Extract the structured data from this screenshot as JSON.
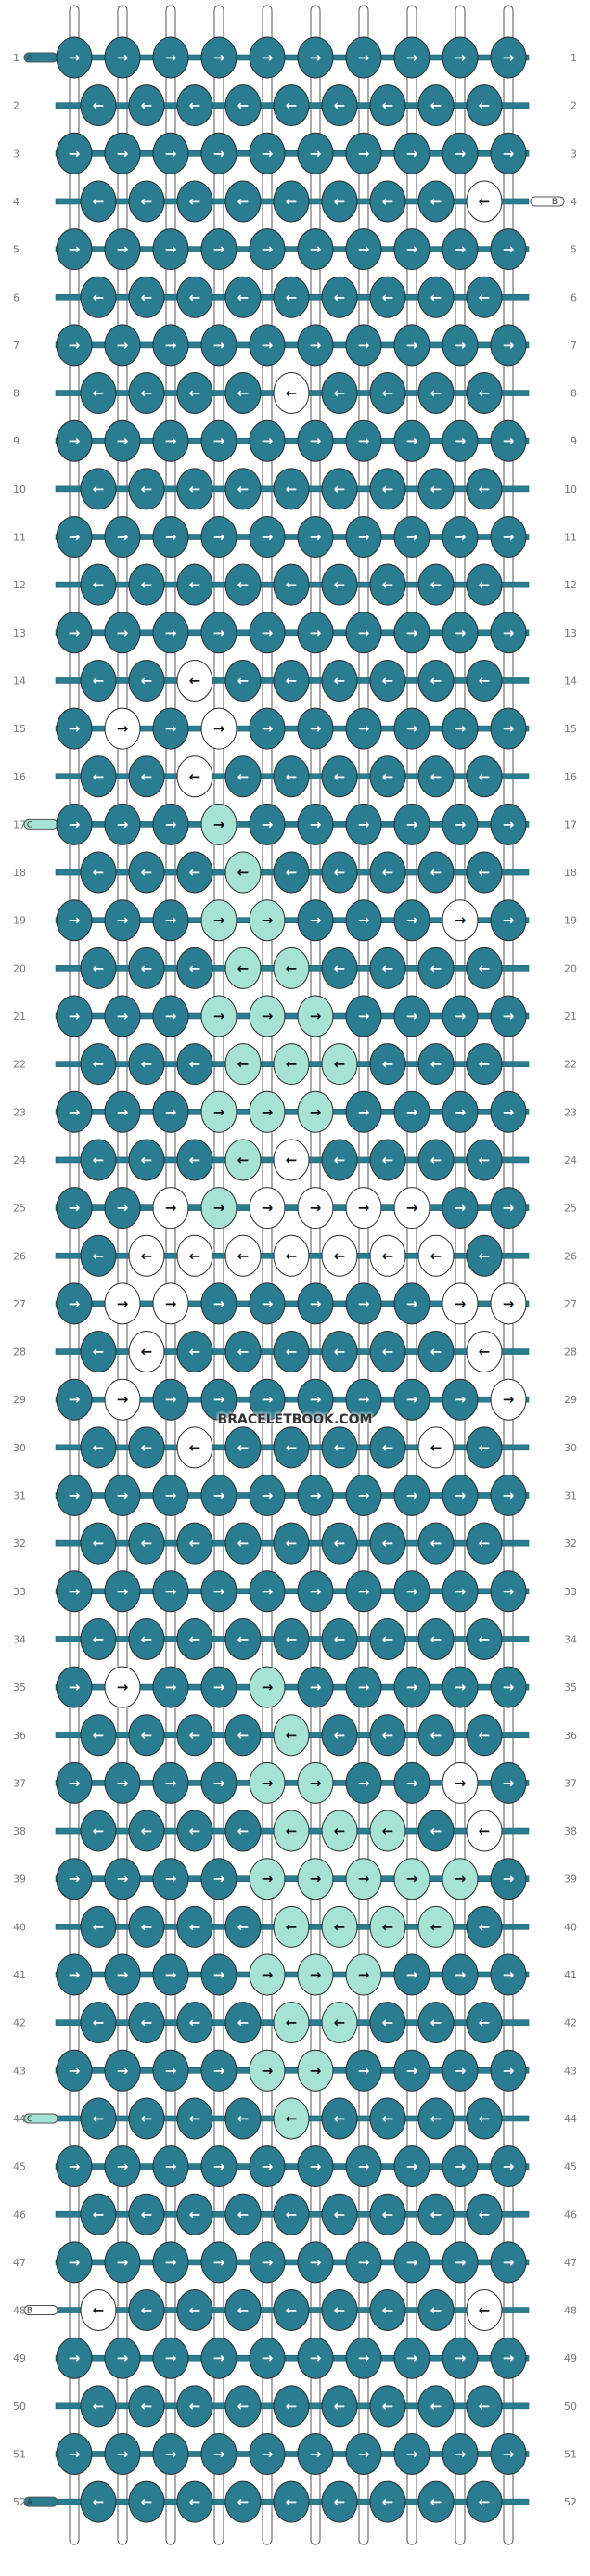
{
  "site": {
    "watermark": "BRACELETBOOK.COM"
  },
  "colors": {
    "A": "#2a7d91",
    "B": "#ffffff",
    "C": "#a6e3d4"
  },
  "arrow_glyphs": {
    "L": "←",
    "R": "→"
  },
  "strand_labels": [
    {
      "row": 1,
      "side": "left",
      "letter": "A"
    },
    {
      "row": 4,
      "side": "right",
      "letter": "B"
    },
    {
      "row": 17,
      "side": "left",
      "letter": "C"
    },
    {
      "row": 44,
      "side": "left",
      "letter": "C"
    },
    {
      "row": 48,
      "side": "left",
      "letter": "B"
    },
    {
      "row": 52,
      "side": "left",
      "letter": "A"
    }
  ],
  "rows": [
    {
      "n": "1",
      "k": [
        "A",
        "A",
        "A",
        "A",
        "A",
        "A",
        "A",
        "A",
        "A",
        "A"
      ],
      "d": [
        "R",
        "R",
        "R",
        "R",
        "R",
        "R",
        "R",
        "R",
        "R",
        "R"
      ]
    },
    {
      "n": "2",
      "k": [
        "A",
        "A",
        "A",
        "A",
        "A",
        "A",
        "A",
        "A",
        "A"
      ],
      "d": [
        "L",
        "L",
        "L",
        "L",
        "L",
        "L",
        "L",
        "L",
        "L"
      ]
    },
    {
      "n": "3",
      "k": [
        "A",
        "A",
        "A",
        "A",
        "A",
        "A",
        "A",
        "A",
        "A",
        "A"
      ],
      "d": [
        "R",
        "R",
        "R",
        "R",
        "R",
        "R",
        "R",
        "R",
        "R",
        "R"
      ]
    },
    {
      "n": "4",
      "k": [
        "A",
        "A",
        "A",
        "A",
        "A",
        "A",
        "A",
        "A",
        "B"
      ],
      "d": [
        "L",
        "L",
        "L",
        "L",
        "L",
        "L",
        "L",
        "L",
        "L"
      ]
    },
    {
      "n": "5",
      "k": [
        "A",
        "A",
        "A",
        "A",
        "A",
        "A",
        "A",
        "A",
        "A",
        "A"
      ],
      "d": [
        "R",
        "R",
        "R",
        "R",
        "R",
        "R",
        "R",
        "R",
        "R",
        "R"
      ]
    },
    {
      "n": "6",
      "k": [
        "A",
        "A",
        "A",
        "A",
        "A",
        "A",
        "A",
        "A",
        "A"
      ],
      "d": [
        "L",
        "L",
        "L",
        "L",
        "L",
        "L",
        "L",
        "L",
        "L"
      ]
    },
    {
      "n": "7",
      "k": [
        "A",
        "A",
        "A",
        "A",
        "A",
        "A",
        "A",
        "A",
        "A",
        "A"
      ],
      "d": [
        "R",
        "R",
        "R",
        "R",
        "R",
        "R",
        "R",
        "R",
        "R",
        "R"
      ]
    },
    {
      "n": "8",
      "k": [
        "A",
        "A",
        "A",
        "A",
        "B",
        "A",
        "A",
        "A",
        "A"
      ],
      "d": [
        "L",
        "L",
        "L",
        "L",
        "L",
        "L",
        "L",
        "L",
        "L"
      ]
    },
    {
      "n": "9",
      "k": [
        "A",
        "A",
        "A",
        "A",
        "A",
        "A",
        "A",
        "A",
        "A",
        "A"
      ],
      "d": [
        "R",
        "R",
        "R",
        "R",
        "R",
        "R",
        "R",
        "R",
        "R",
        "R"
      ]
    },
    {
      "n": "10",
      "k": [
        "A",
        "A",
        "A",
        "A",
        "A",
        "A",
        "A",
        "A",
        "A"
      ],
      "d": [
        "L",
        "L",
        "L",
        "L",
        "L",
        "L",
        "L",
        "L",
        "L"
      ]
    },
    {
      "n": "11",
      "k": [
        "A",
        "A",
        "A",
        "A",
        "A",
        "A",
        "A",
        "A",
        "A",
        "A"
      ],
      "d": [
        "R",
        "R",
        "R",
        "R",
        "R",
        "R",
        "R",
        "R",
        "R",
        "R"
      ]
    },
    {
      "n": "12",
      "k": [
        "A",
        "A",
        "A",
        "A",
        "A",
        "A",
        "A",
        "A",
        "A"
      ],
      "d": [
        "L",
        "L",
        "L",
        "L",
        "L",
        "L",
        "L",
        "L",
        "L"
      ]
    },
    {
      "n": "13",
      "k": [
        "A",
        "A",
        "A",
        "A",
        "A",
        "A",
        "A",
        "A",
        "A",
        "A"
      ],
      "d": [
        "R",
        "R",
        "R",
        "R",
        "R",
        "R",
        "R",
        "R",
        "R",
        "R"
      ]
    },
    {
      "n": "14",
      "k": [
        "A",
        "A",
        "B",
        "A",
        "A",
        "A",
        "A",
        "A",
        "A"
      ],
      "d": [
        "L",
        "L",
        "L",
        "L",
        "L",
        "L",
        "L",
        "L",
        "L"
      ]
    },
    {
      "n": "15",
      "k": [
        "A",
        "B",
        "A",
        "B",
        "A",
        "A",
        "A",
        "A",
        "A",
        "A"
      ],
      "d": [
        "R",
        "R",
        "R",
        "R",
        "R",
        "R",
        "R",
        "R",
        "R",
        "R"
      ]
    },
    {
      "n": "16",
      "k": [
        "A",
        "A",
        "B",
        "A",
        "A",
        "A",
        "A",
        "A",
        "A"
      ],
      "d": [
        "L",
        "L",
        "L",
        "L",
        "L",
        "L",
        "L",
        "L",
        "L"
      ]
    },
    {
      "n": "17",
      "k": [
        "A",
        "A",
        "A",
        "C",
        "A",
        "A",
        "A",
        "A",
        "A",
        "A"
      ],
      "d": [
        "R",
        "R",
        "R",
        "R",
        "R",
        "R",
        "R",
        "R",
        "R",
        "R"
      ]
    },
    {
      "n": "18",
      "k": [
        "A",
        "A",
        "A",
        "C",
        "A",
        "A",
        "A",
        "A",
        "A"
      ],
      "d": [
        "L",
        "L",
        "L",
        "L",
        "L",
        "L",
        "L",
        "L",
        "L"
      ]
    },
    {
      "n": "19",
      "k": [
        "A",
        "A",
        "A",
        "C",
        "C",
        "A",
        "A",
        "A",
        "B",
        "A"
      ],
      "d": [
        "R",
        "R",
        "R",
        "R",
        "R",
        "R",
        "R",
        "R",
        "R",
        "R"
      ]
    },
    {
      "n": "20",
      "k": [
        "A",
        "A",
        "A",
        "C",
        "C",
        "A",
        "A",
        "A",
        "A"
      ],
      "d": [
        "L",
        "L",
        "L",
        "L",
        "L",
        "L",
        "L",
        "L",
        "L"
      ]
    },
    {
      "n": "21",
      "k": [
        "A",
        "A",
        "A",
        "C",
        "C",
        "C",
        "A",
        "A",
        "A",
        "A"
      ],
      "d": [
        "R",
        "R",
        "R",
        "R",
        "R",
        "R",
        "R",
        "R",
        "R",
        "R"
      ]
    },
    {
      "n": "22",
      "k": [
        "A",
        "A",
        "A",
        "C",
        "C",
        "C",
        "A",
        "A",
        "A"
      ],
      "d": [
        "L",
        "L",
        "L",
        "L",
        "L",
        "L",
        "L",
        "L",
        "L"
      ]
    },
    {
      "n": "23",
      "k": [
        "A",
        "A",
        "A",
        "C",
        "C",
        "C",
        "A",
        "A",
        "A",
        "A"
      ],
      "d": [
        "R",
        "R",
        "R",
        "R",
        "R",
        "R",
        "R",
        "R",
        "R",
        "R"
      ]
    },
    {
      "n": "24",
      "k": [
        "A",
        "A",
        "A",
        "C",
        "B",
        "A",
        "A",
        "A",
        "A"
      ],
      "d": [
        "L",
        "L",
        "L",
        "L",
        "L",
        "L",
        "L",
        "L",
        "L"
      ]
    },
    {
      "n": "25",
      "k": [
        "A",
        "A",
        "B",
        "C",
        "B",
        "B",
        "B",
        "B",
        "A",
        "A"
      ],
      "d": [
        "R",
        "R",
        "R",
        "R",
        "R",
        "R",
        "R",
        "R",
        "R",
        "R"
      ]
    },
    {
      "n": "26",
      "k": [
        "A",
        "B",
        "B",
        "B",
        "B",
        "B",
        "B",
        "B",
        "A"
      ],
      "d": [
        "L",
        "L",
        "L",
        "L",
        "L",
        "L",
        "L",
        "L",
        "L"
      ]
    },
    {
      "n": "27",
      "k": [
        "A",
        "B",
        "B",
        "A",
        "A",
        "A",
        "A",
        "A",
        "B",
        "B"
      ],
      "d": [
        "R",
        "R",
        "R",
        "R",
        "R",
        "R",
        "R",
        "R",
        "R",
        "R"
      ]
    },
    {
      "n": "28",
      "k": [
        "A",
        "B",
        "A",
        "A",
        "A",
        "A",
        "A",
        "A",
        "B"
      ],
      "d": [
        "L",
        "L",
        "L",
        "L",
        "L",
        "L",
        "L",
        "L",
        "L"
      ]
    },
    {
      "n": "29",
      "k": [
        "A",
        "B",
        "A",
        "A",
        "A",
        "A",
        "A",
        "A",
        "A",
        "B"
      ],
      "d": [
        "R",
        "R",
        "R",
        "R",
        "R",
        "R",
        "R",
        "R",
        "R",
        "R"
      ]
    },
    {
      "n": "30",
      "k": [
        "A",
        "A",
        "B",
        "A",
        "A",
        "A",
        "A",
        "B",
        "A"
      ],
      "d": [
        "L",
        "L",
        "L",
        "L",
        "L",
        "L",
        "L",
        "L",
        "L"
      ]
    },
    {
      "n": "31",
      "k": [
        "A",
        "A",
        "A",
        "A",
        "A",
        "A",
        "A",
        "A",
        "A",
        "A"
      ],
      "d": [
        "R",
        "R",
        "R",
        "R",
        "R",
        "R",
        "R",
        "R",
        "R",
        "R"
      ]
    },
    {
      "n": "32",
      "k": [
        "A",
        "A",
        "A",
        "A",
        "A",
        "A",
        "A",
        "A",
        "A"
      ],
      "d": [
        "L",
        "L",
        "L",
        "L",
        "L",
        "L",
        "L",
        "L",
        "L"
      ]
    },
    {
      "n": "33",
      "k": [
        "A",
        "A",
        "A",
        "A",
        "A",
        "A",
        "A",
        "A",
        "A",
        "A"
      ],
      "d": [
        "R",
        "R",
        "R",
        "R",
        "R",
        "R",
        "R",
        "R",
        "R",
        "R"
      ]
    },
    {
      "n": "34",
      "k": [
        "A",
        "A",
        "A",
        "A",
        "A",
        "A",
        "A",
        "A",
        "A"
      ],
      "d": [
        "L",
        "L",
        "L",
        "L",
        "L",
        "L",
        "L",
        "L",
        "L"
      ]
    },
    {
      "n": "35",
      "k": [
        "A",
        "B",
        "A",
        "A",
        "C",
        "A",
        "A",
        "A",
        "A",
        "A"
      ],
      "d": [
        "R",
        "R",
        "R",
        "R",
        "R",
        "R",
        "R",
        "R",
        "R",
        "R"
      ]
    },
    {
      "n": "36",
      "k": [
        "A",
        "A",
        "A",
        "A",
        "C",
        "A",
        "A",
        "A",
        "A"
      ],
      "d": [
        "L",
        "L",
        "L",
        "L",
        "L",
        "L",
        "L",
        "L",
        "L"
      ]
    },
    {
      "n": "37",
      "k": [
        "A",
        "A",
        "A",
        "A",
        "C",
        "C",
        "A",
        "A",
        "B",
        "A"
      ],
      "d": [
        "R",
        "R",
        "R",
        "R",
        "R",
        "R",
        "R",
        "R",
        "R",
        "R"
      ]
    },
    {
      "n": "38",
      "k": [
        "A",
        "A",
        "A",
        "A",
        "C",
        "C",
        "C",
        "A",
        "B"
      ],
      "d": [
        "L",
        "L",
        "L",
        "L",
        "L",
        "L",
        "L",
        "L",
        "L"
      ]
    },
    {
      "n": "39",
      "k": [
        "A",
        "A",
        "A",
        "A",
        "C",
        "C",
        "C",
        "C",
        "C",
        "A"
      ],
      "d": [
        "R",
        "R",
        "R",
        "R",
        "R",
        "R",
        "R",
        "R",
        "R",
        "R"
      ]
    },
    {
      "n": "40",
      "k": [
        "A",
        "A",
        "A",
        "A",
        "C",
        "C",
        "C",
        "C",
        "A"
      ],
      "d": [
        "L",
        "L",
        "L",
        "L",
        "L",
        "L",
        "L",
        "L",
        "L"
      ]
    },
    {
      "n": "41",
      "k": [
        "A",
        "A",
        "A",
        "A",
        "C",
        "C",
        "C",
        "A",
        "A",
        "A"
      ],
      "d": [
        "R",
        "R",
        "R",
        "R",
        "R",
        "R",
        "R",
        "R",
        "R",
        "R"
      ]
    },
    {
      "n": "42",
      "k": [
        "A",
        "A",
        "A",
        "A",
        "C",
        "C",
        "A",
        "A",
        "A"
      ],
      "d": [
        "L",
        "L",
        "L",
        "L",
        "L",
        "L",
        "L",
        "L",
        "L"
      ]
    },
    {
      "n": "43",
      "k": [
        "A",
        "A",
        "A",
        "A",
        "C",
        "C",
        "A",
        "A",
        "A",
        "A"
      ],
      "d": [
        "R",
        "R",
        "R",
        "R",
        "R",
        "R",
        "R",
        "R",
        "R",
        "R"
      ]
    },
    {
      "n": "44",
      "k": [
        "A",
        "A",
        "A",
        "A",
        "C",
        "A",
        "A",
        "A",
        "A"
      ],
      "d": [
        "L",
        "L",
        "L",
        "L",
        "L",
        "L",
        "L",
        "L",
        "L"
      ]
    },
    {
      "n": "45",
      "k": [
        "A",
        "A",
        "A",
        "A",
        "A",
        "A",
        "A",
        "A",
        "A",
        "A"
      ],
      "d": [
        "R",
        "R",
        "R",
        "R",
        "R",
        "R",
        "R",
        "R",
        "R",
        "R"
      ]
    },
    {
      "n": "46",
      "k": [
        "A",
        "A",
        "A",
        "A",
        "A",
        "A",
        "A",
        "A",
        "A"
      ],
      "d": [
        "L",
        "L",
        "L",
        "L",
        "L",
        "L",
        "L",
        "L",
        "L"
      ]
    },
    {
      "n": "47",
      "k": [
        "A",
        "A",
        "A",
        "A",
        "A",
        "A",
        "A",
        "A",
        "A",
        "A"
      ],
      "d": [
        "R",
        "R",
        "R",
        "R",
        "R",
        "R",
        "R",
        "R",
        "R",
        "R"
      ]
    },
    {
      "n": "48",
      "k": [
        "B",
        "A",
        "A",
        "A",
        "A",
        "A",
        "A",
        "A",
        "B"
      ],
      "d": [
        "L",
        "L",
        "L",
        "L",
        "L",
        "L",
        "L",
        "L",
        "L"
      ]
    },
    {
      "n": "49",
      "k": [
        "A",
        "A",
        "A",
        "A",
        "A",
        "A",
        "A",
        "A",
        "A",
        "A"
      ],
      "d": [
        "R",
        "R",
        "R",
        "R",
        "R",
        "R",
        "R",
        "R",
        "R",
        "R"
      ]
    },
    {
      "n": "50",
      "k": [
        "A",
        "A",
        "A",
        "A",
        "A",
        "A",
        "A",
        "A",
        "A"
      ],
      "d": [
        "L",
        "L",
        "L",
        "L",
        "L",
        "L",
        "L",
        "L",
        "L"
      ]
    },
    {
      "n": "51",
      "k": [
        "A",
        "A",
        "A",
        "A",
        "A",
        "A",
        "A",
        "A",
        "A",
        "A"
      ],
      "d": [
        "R",
        "R",
        "R",
        "R",
        "R",
        "R",
        "R",
        "R",
        "R",
        "R"
      ]
    },
    {
      "n": "52",
      "k": [
        "A",
        "A",
        "A",
        "A",
        "A",
        "A",
        "A",
        "A",
        "A"
      ],
      "d": [
        "L",
        "L",
        "L",
        "L",
        "L",
        "L",
        "L",
        "L",
        "L"
      ]
    }
  ]
}
